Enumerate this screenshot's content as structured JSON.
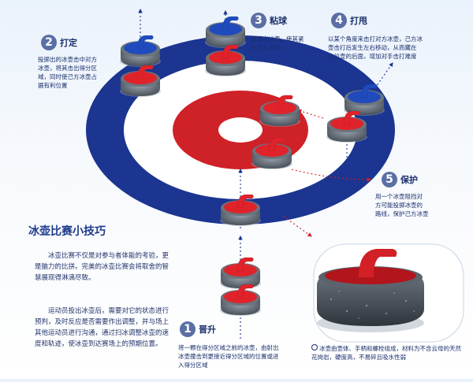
{
  "steps": [
    {
      "num": "1",
      "title": "晋升",
      "desc": [
        "将一颗在得分区域之前的冰壶，由射出",
        "冰壶撞击到更接近得分区域的位置或进",
        "入得分区域"
      ]
    },
    {
      "num": "2",
      "title": "打定",
      "desc": [
        "投掷出的冰壶击中对方",
        "冰壶，将其击出得分区",
        "域，同时使己方冰壶占",
        "据有利位置"
      ]
    },
    {
      "num": "3",
      "title": "粘球",
      "desc": [
        "投掷出冰壶，使其紧",
        "贴对方冰壶"
      ]
    },
    {
      "num": "4",
      "title": "打甩",
      "desc": [
        "以某个角度来击打对方冰壶，己方冰",
        "壶击打后发生左右移动，从而藏在",
        "占位壶的后面，增加对手击打难度"
      ]
    },
    {
      "num": "5",
      "title": "保护",
      "desc": [
        "用一个冰壶阻挡对",
        "方可能投掷冰壶的",
        "路线，保护己方冰壶"
      ]
    }
  ],
  "tips": {
    "title": "冰壶比赛小技巧",
    "p1": "冰壶比赛不仅是对参与者体能的考验，更是脑力的比拼。完美的冰壶比赛会将取舍的智慧展现得淋漓尽致。",
    "p2": "运动员投出冰壶后，需要对它的状态进行预判，及时反应是否需要作出调整，并与场上其他运动员进行沟通，通过扫冰调整冰壶的速度和轨迹，使冰壶到达赛场上的预期位置。"
  },
  "stone_note": "冰壶由壶体、手柄和螺栓组成，材料为不含云母的天然花岗岩，硬度高，不易碎且吸水性弱",
  "colors": {
    "blue_ring": "#1b3590",
    "red_ring": "#cf2128",
    "red_stone": "#e0222a",
    "blue_stone": "#1f4bbd",
    "granite": "#7c8793"
  }
}
